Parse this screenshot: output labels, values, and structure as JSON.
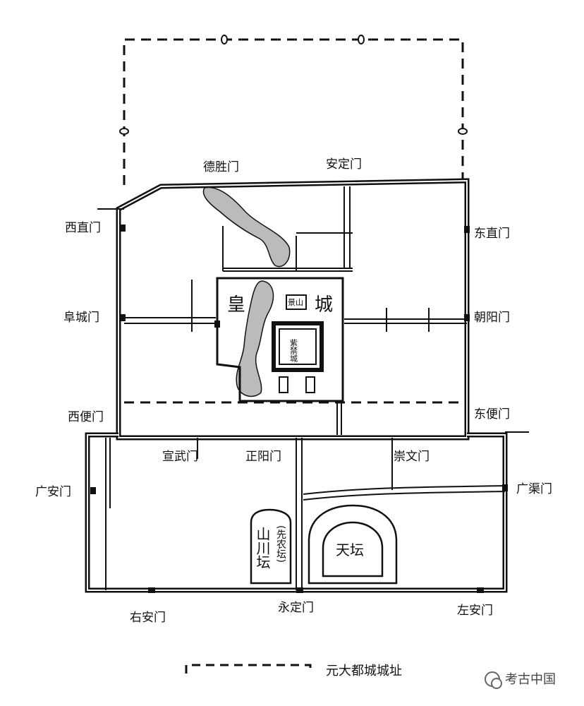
{
  "map": {
    "gates": {
      "desheng": "德胜门",
      "anding": "安定门",
      "xizhi": "西直门",
      "dongzhi": "东直门",
      "fucheng": "阜城门",
      "chaoyang": "朝阳门",
      "xibian": "西便门",
      "dongbian": "东便门",
      "xuanwu": "宣武门",
      "zhengyang": "正阳门",
      "chongwen": "崇文门",
      "guangan": "广安门",
      "guangqu": "广渠门",
      "youan": "右安门",
      "yongding": "永定门",
      "zuoan": "左安门"
    },
    "areas": {
      "imperial_city_1": "皇",
      "imperial_city_2": "城",
      "forbidden_city": "紫禁城",
      "jingshan": "景山",
      "tiantan": "天坛",
      "shanchuan": "山川坛",
      "xiannong": "(先农坛)"
    },
    "legend": {
      "label": "元大都城城址"
    },
    "watermark": "考古中国"
  }
}
